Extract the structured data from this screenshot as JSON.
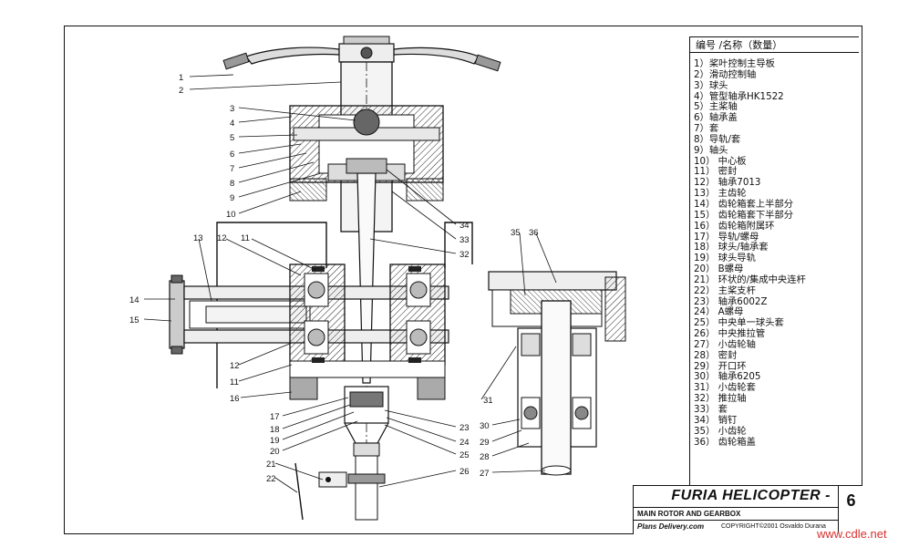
{
  "legend": {
    "title": "编号 /名称（数量）",
    "items": [
      "1）桨叶控制主导板",
      "2）滑动控制轴",
      "3）球头",
      "4）管型轴承HK1522",
      "5）主桨轴",
      "6）轴承盖",
      "7）套",
      "8）导轨/套",
      "9）轴头",
      "10） 中心板",
      "11） 密封",
      "12） 轴承7013",
      "13） 主齿轮",
      "14） 齿轮箱套上半部分",
      "15） 齿轮箱套下半部分",
      "16） 齿轮箱附属环",
      "17） 导轨/螺母",
      "18） 球头/轴承套",
      "19） 球头导轨",
      "20） B螺母",
      "21） 环状的/集成中央连杆",
      "22） 主桨支杆",
      "23） 轴承6002Z",
      "24） A螺母",
      "25） 中央单一球头套",
      "26） 中央推拉管",
      "27） 小齿轮轴",
      "28） 密封",
      "29） 开口环",
      "30） 轴承6205",
      "31） 小齿轮套",
      "32） 推拉轴",
      "33） 套",
      "34） 销钉",
      "35） 小齿轮",
      "36） 齿轮箱盖"
    ]
  },
  "title_block": {
    "title": "FURIA HELICOPTER -",
    "subtitle": "MAIN ROTOR AND GEARBOX",
    "brand": "Plans Delivery.com",
    "copyright": "COPYRIGHT©2001 Osvaldo Durana",
    "sheet": "6"
  },
  "watermark": "www.cdle.net",
  "labels": [
    "1",
    "2",
    "3",
    "4",
    "5",
    "6",
    "7",
    "8",
    "9",
    "10",
    "13",
    "12",
    "11",
    "14",
    "15",
    "12",
    "11",
    "16",
    "17",
    "18",
    "19",
    "20",
    "21",
    "22",
    "34",
    "33",
    "32",
    "35",
    "36",
    "23",
    "24",
    "25",
    "26",
    "31",
    "30",
    "29",
    "28",
    "27"
  ]
}
